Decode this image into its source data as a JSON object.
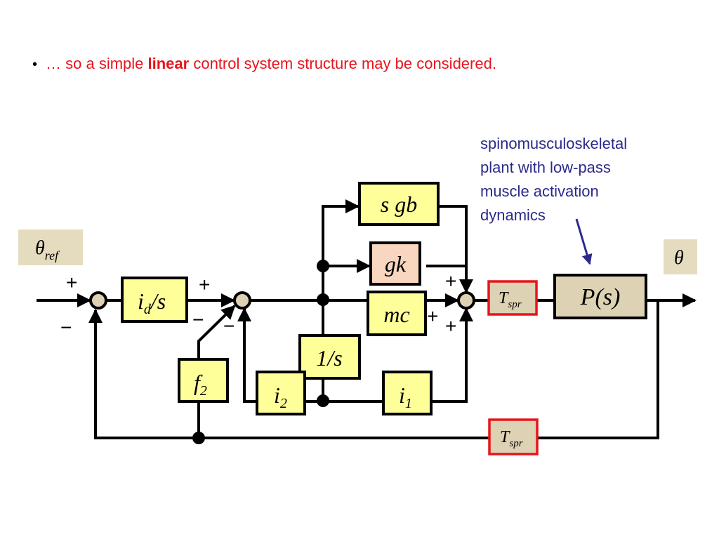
{
  "headline": {
    "bullet": "•",
    "prefix": "… so a simple ",
    "emphasis": "linear",
    "suffix": " control system structure may be considered."
  },
  "annotation": {
    "lines": [
      "spinomusculoskeletal",
      "plant with low-pass",
      "muscle activation",
      "dynamics"
    ]
  },
  "signals": {
    "input": {
      "main": "θ",
      "sub": "ref"
    },
    "output": {
      "main": "θ"
    }
  },
  "blocks": {
    "integrator_d": {
      "main": "i",
      "sub": "d",
      "rest": "/s"
    },
    "derivative": {
      "main": "s gb"
    },
    "stiffness": {
      "main": "gk"
    },
    "mass": {
      "main": "mc"
    },
    "integrator": {
      "main": "1/s"
    },
    "gain_i2": {
      "main": "i",
      "sub": "2"
    },
    "gain_f2": {
      "main": "f",
      "sub": "2"
    },
    "gain_i1": {
      "main": "i",
      "sub": "1"
    },
    "delay_forward": {
      "main": "T",
      "sub": "spr"
    },
    "plant": {
      "main": "P(s)"
    },
    "delay_feedback": {
      "main": "T",
      "sub": "spr"
    }
  },
  "signs": {
    "sum1_top": "+",
    "sum1_bottom": "−",
    "sum2_top": "+",
    "sum2_left": "−",
    "sum2_bottom": "−",
    "sum3_top": "+",
    "sum3_left": "+",
    "sum3_bottom": "+"
  },
  "colors": {
    "headline": "#e8141c",
    "annotation": "#2b2a8c",
    "block_yellow": "#ffff99",
    "block_peach": "#f9d6bf",
    "block_tan": "#ddd2b4",
    "delay_border": "#e8141c"
  }
}
